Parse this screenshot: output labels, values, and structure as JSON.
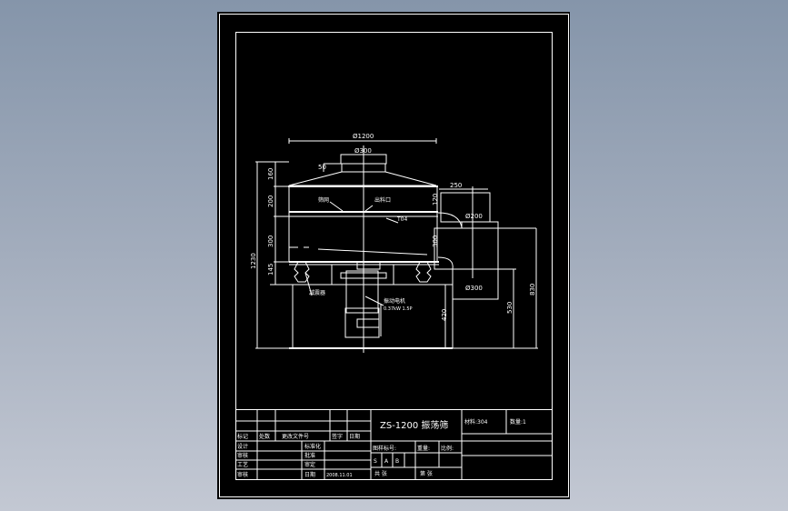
{
  "viewport": {
    "background_top": "#8595aa",
    "background_bottom": "#c3c8d3",
    "sheet_color": "#000000",
    "line_color": "#ffffff"
  },
  "drawing": {
    "dimensions": {
      "top_diameter": "Ø1200",
      "inlet_diameter": "Ø300",
      "inlet_height": "50",
      "lid_height": "160",
      "frame_height": "200",
      "lower_frame_height": "300",
      "base_height": "145",
      "total_height": "1230",
      "outlet_offset": "250",
      "outlet_height": "120",
      "upper_outlet_diameter": "Ø200",
      "lower_outlet_height": "300",
      "lower_outlet_diameter": "Ø300",
      "motor_base_height": "420",
      "outlet_530": "530",
      "outlet_830": "830"
    },
    "labels": {
      "screen_label": "筛网",
      "frame_label": "出料口",
      "pad_label": "T04",
      "spring_label": "减震器",
      "motor_label": "振动电机",
      "motor_spec": "0.37kW 1.5P"
    }
  },
  "title_block": {
    "drawing_title": "ZS-1200 振荡筛",
    "material": "材料:304",
    "quantity": "数量:1",
    "drawing_no": "图样标号:",
    "weight": "重量:",
    "scale": "比例:",
    "stage_cells": [
      "S",
      "A",
      "B"
    ],
    "total_sheets": "共   张",
    "sheet_no": "第   张",
    "revision_headers": [
      "标记",
      "处数",
      "更改文件号",
      "签字",
      "日期"
    ],
    "signoff_rows": [
      {
        "role": "设计",
        "role2": "标准化",
        "date": ""
      },
      {
        "role": "审核",
        "role2": "批准",
        "date": ""
      },
      {
        "role": "工艺",
        "role2": "审定",
        "date": ""
      },
      {
        "role": "审核",
        "role2": "日期",
        "date": "2008.11.01"
      }
    ]
  }
}
